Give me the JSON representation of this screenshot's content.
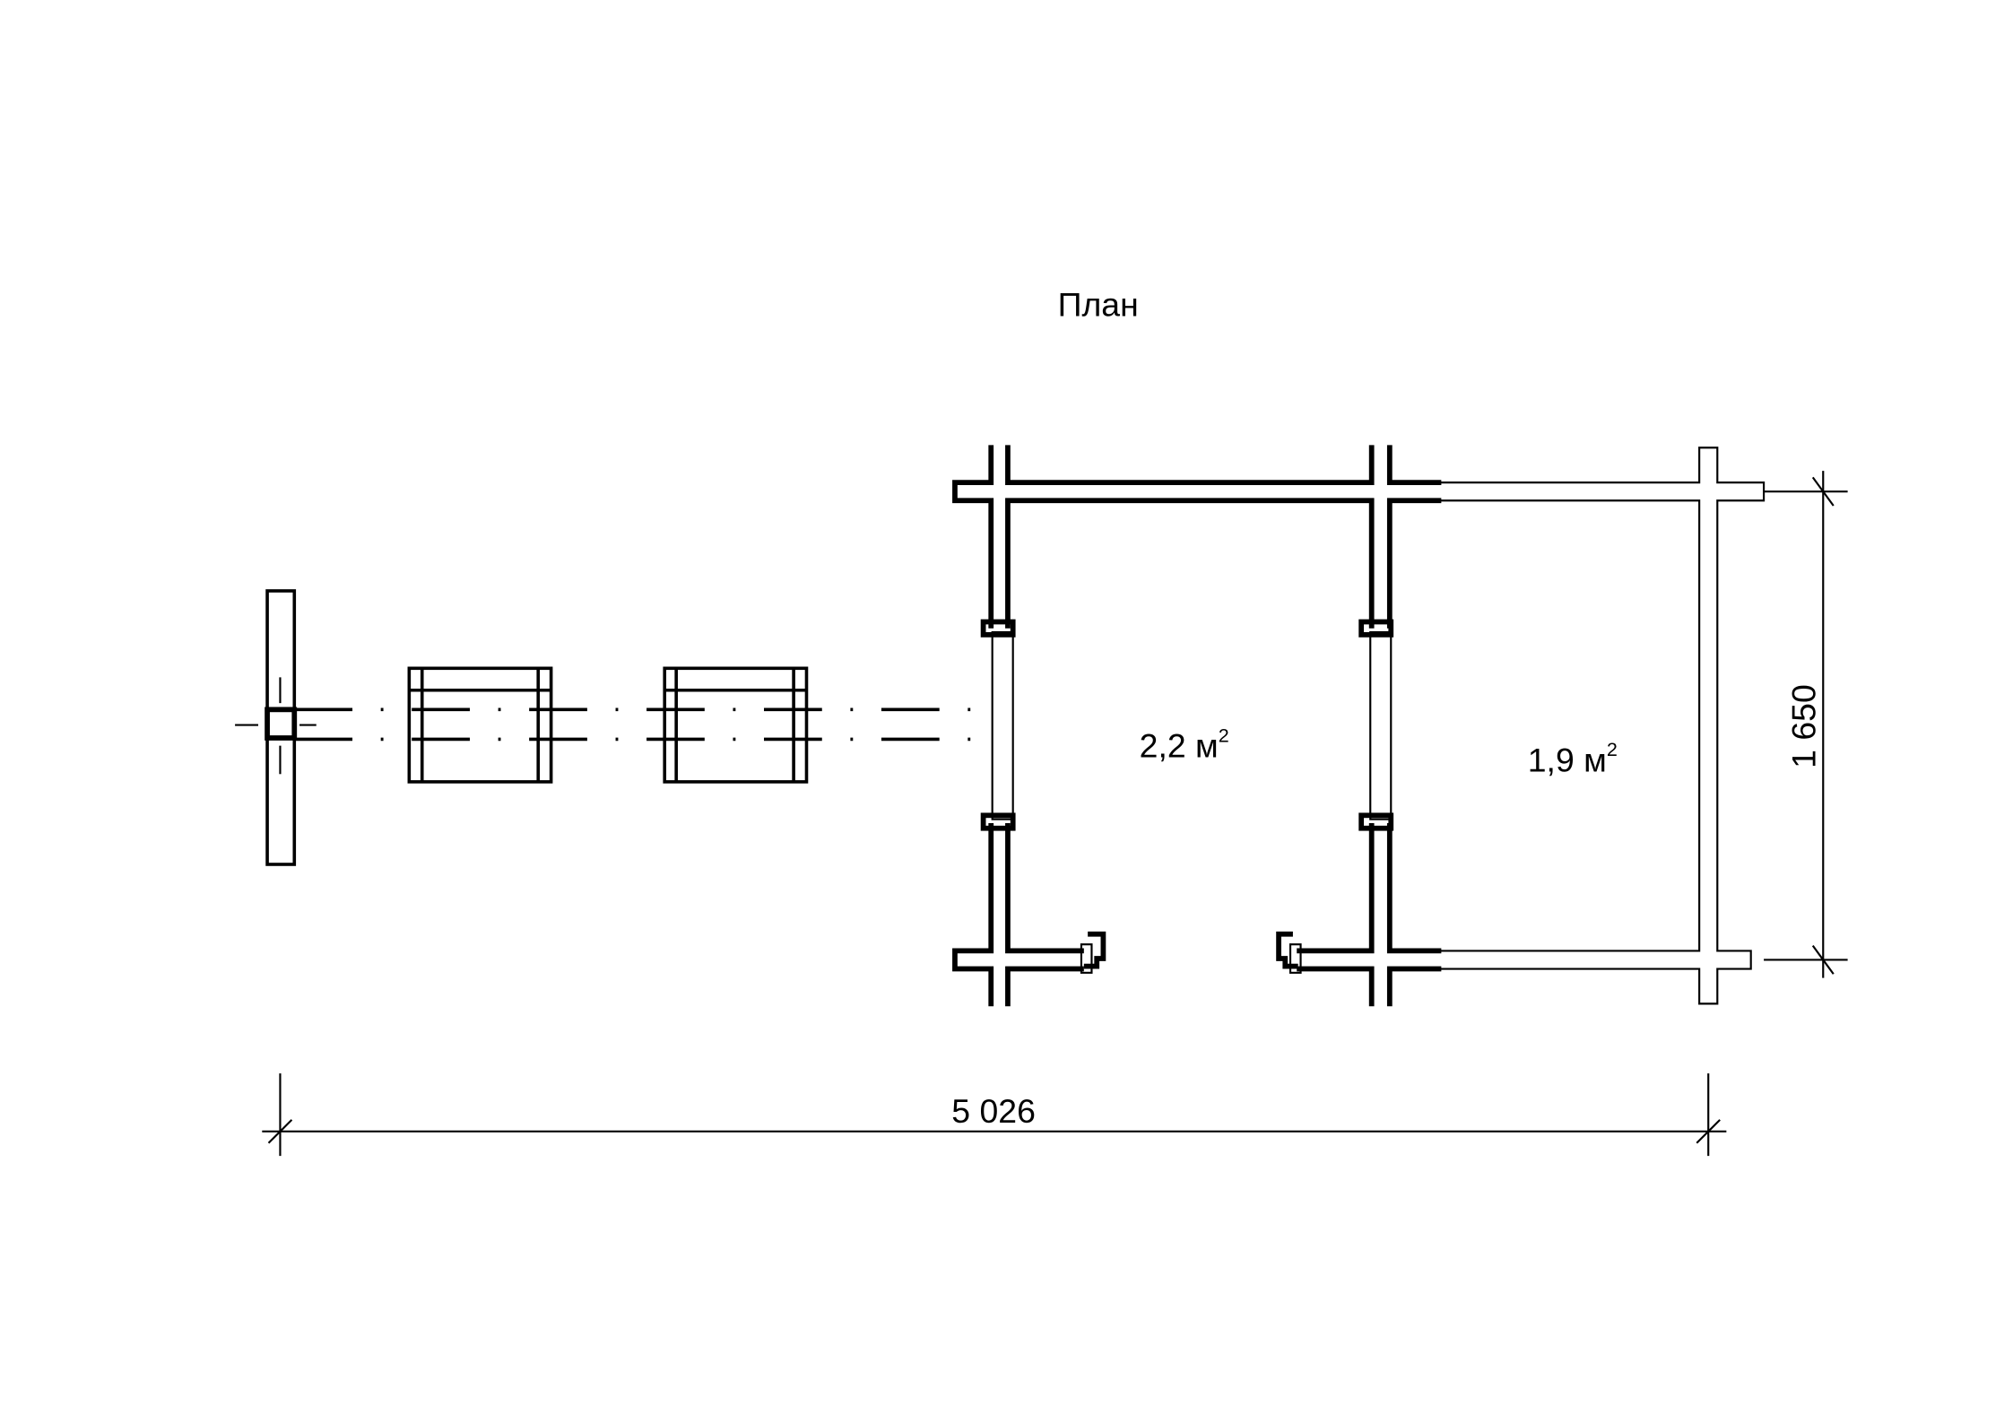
{
  "title": "План",
  "rooms": [
    {
      "area": "2,2 м",
      "sup": "2"
    },
    {
      "area": "1,9 м",
      "sup": "2"
    }
  ],
  "dimensions": {
    "width": "5 026",
    "height": "1 650"
  }
}
